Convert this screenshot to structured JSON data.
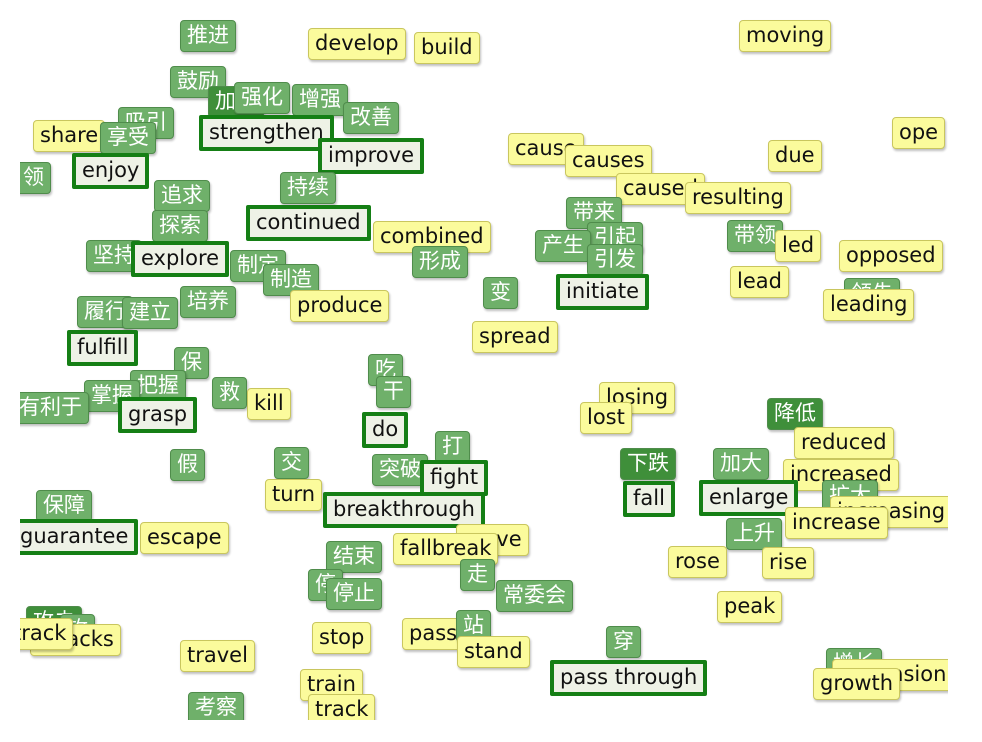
{
  "labels": [
    {
      "t": "推进",
      "k": "zh"
    },
    {
      "t": "develop",
      "k": "en"
    },
    {
      "t": "build",
      "k": "en"
    },
    {
      "t": "moving",
      "k": "en"
    },
    {
      "t": "鼓励",
      "k": "zh"
    },
    {
      "t": "加强",
      "k": "zh"
    },
    {
      "t": "强化",
      "k": "zh"
    },
    {
      "t": "增强",
      "k": "zh"
    },
    {
      "t": "改善",
      "k": "zh"
    },
    {
      "t": "吸引",
      "k": "zh"
    },
    {
      "t": "share",
      "k": "en"
    },
    {
      "t": "享受",
      "k": "zh"
    },
    {
      "t": "strengthen",
      "k": "sel"
    },
    {
      "t": "improve",
      "k": "sel"
    },
    {
      "t": "ope",
      "k": "en"
    },
    {
      "t": "cause",
      "k": "en"
    },
    {
      "t": "causes",
      "k": "en"
    },
    {
      "t": "due",
      "k": "en"
    },
    {
      "t": "caused",
      "k": "en"
    },
    {
      "t": "resulting",
      "k": "en"
    },
    {
      "t": "领",
      "k": "zh"
    },
    {
      "t": "enjoy",
      "k": "sel"
    },
    {
      "t": "追求",
      "k": "zh"
    },
    {
      "t": "持续",
      "k": "zh"
    },
    {
      "t": "探索",
      "k": "zh"
    },
    {
      "t": "continued",
      "k": "sel"
    },
    {
      "t": "combined",
      "k": "en"
    },
    {
      "t": "带来",
      "k": "zh"
    },
    {
      "t": "引起",
      "k": "zh"
    },
    {
      "t": "产生",
      "k": "zh"
    },
    {
      "t": "引发",
      "k": "zh"
    },
    {
      "t": "带领",
      "k": "zh"
    },
    {
      "t": "led",
      "k": "en"
    },
    {
      "t": "opposed",
      "k": "en"
    },
    {
      "t": "坚持",
      "k": "zh"
    },
    {
      "t": "explore",
      "k": "sel"
    },
    {
      "t": "制定",
      "k": "zh"
    },
    {
      "t": "形成",
      "k": "zh"
    },
    {
      "t": "制造",
      "k": "zh"
    },
    {
      "t": "lead",
      "k": "en"
    },
    {
      "t": "领先",
      "k": "zh"
    },
    {
      "t": "leading",
      "k": "en"
    },
    {
      "t": "变",
      "k": "zh"
    },
    {
      "t": "initiate",
      "k": "sel"
    },
    {
      "t": "履行",
      "k": "zh"
    },
    {
      "t": "建立",
      "k": "zh"
    },
    {
      "t": "培养",
      "k": "zh"
    },
    {
      "t": "produce",
      "k": "en"
    },
    {
      "t": "spread",
      "k": "en"
    },
    {
      "t": "fulfill",
      "k": "sel"
    },
    {
      "t": "保",
      "k": "zh"
    },
    {
      "t": "吃",
      "k": "zh"
    },
    {
      "t": "把握",
      "k": "zh"
    },
    {
      "t": "掌握",
      "k": "zh"
    },
    {
      "t": "有利于",
      "k": "zh"
    },
    {
      "t": "救",
      "k": "zh"
    },
    {
      "t": "kill",
      "k": "en"
    },
    {
      "t": "干",
      "k": "zh"
    },
    {
      "t": "losing",
      "k": "en"
    },
    {
      "t": "lost",
      "k": "en"
    },
    {
      "t": "降低",
      "k": "zh"
    },
    {
      "t": "grasp",
      "k": "sel"
    },
    {
      "t": "do",
      "k": "sel"
    },
    {
      "t": "打",
      "k": "zh"
    },
    {
      "t": "reduced",
      "k": "en"
    },
    {
      "t": "假",
      "k": "zh"
    },
    {
      "t": "交",
      "k": "zh"
    },
    {
      "t": "突破",
      "k": "zh"
    },
    {
      "t": "下跌",
      "k": "zh"
    },
    {
      "t": "加大",
      "k": "zh"
    },
    {
      "t": "increased",
      "k": "en"
    },
    {
      "t": "fight",
      "k": "sel"
    },
    {
      "t": "turn",
      "k": "en"
    },
    {
      "t": "breakthrough",
      "k": "sel"
    },
    {
      "t": "fall",
      "k": "sel"
    },
    {
      "t": "enlarge",
      "k": "sel"
    },
    {
      "t": "扩大",
      "k": "zh"
    },
    {
      "t": "increasing",
      "k": "en"
    },
    {
      "t": "保障",
      "k": "zh"
    },
    {
      "t": "escape",
      "k": "en"
    },
    {
      "t": "move",
      "k": "en"
    },
    {
      "t": "increase",
      "k": "en"
    },
    {
      "t": "guarantee",
      "k": "sel"
    },
    {
      "t": "fallbreak",
      "k": "en"
    },
    {
      "t": "上升",
      "k": "zh"
    },
    {
      "t": "结束",
      "k": "zh"
    },
    {
      "t": "走",
      "k": "zh"
    },
    {
      "t": "rose",
      "k": "en"
    },
    {
      "t": "rise",
      "k": "en"
    },
    {
      "t": "停",
      "k": "zh"
    },
    {
      "t": "停止",
      "k": "zh"
    },
    {
      "t": "常委会",
      "k": "zh"
    },
    {
      "t": "攻击",
      "k": "zh"
    },
    {
      "t": "peak",
      "k": "en"
    },
    {
      "t": "攻",
      "k": "zh"
    },
    {
      "t": "attacks",
      "k": "en"
    },
    {
      "t": "track",
      "k": "en"
    },
    {
      "t": "stop",
      "k": "en"
    },
    {
      "t": "pass",
      "k": "en"
    },
    {
      "t": "站",
      "k": "zh"
    },
    {
      "t": "stand",
      "k": "en"
    },
    {
      "t": "穿",
      "k": "zh"
    },
    {
      "t": "travel",
      "k": "en"
    },
    {
      "t": "增长",
      "k": "zh"
    },
    {
      "t": "expansion",
      "k": "en"
    },
    {
      "t": "growth",
      "k": "en"
    },
    {
      "t": "pass through",
      "k": "sel"
    },
    {
      "t": "train",
      "k": "en"
    },
    {
      "t": "考察",
      "k": "zh"
    },
    {
      "t": "track",
      "k": "en"
    }
  ]
}
